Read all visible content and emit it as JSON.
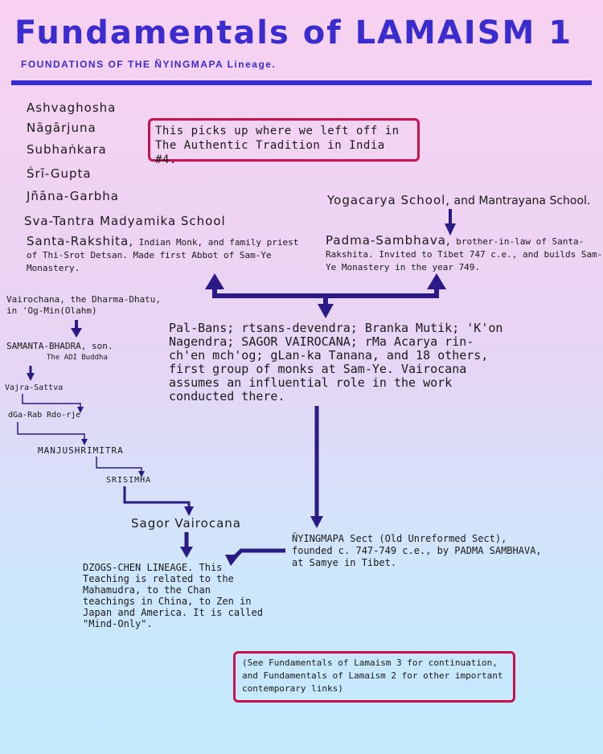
{
  "title": "Fundamentals of LAMAISM 1",
  "subtitle": "FOUNDATIONS OF THE ÑYINGMAPA Lineage.",
  "indian_lineage": [
    "Ashvaghosha",
    "Nāgārjuna",
    "Subhaṅkara",
    "Śrī-Gupta",
    "Jñāna-Garbha",
    "Sva-Tantra Madyamika School"
  ],
  "note_box": "This picks up where we left off in The Authentic Tradition in India #4.",
  "santa": {
    "name": "Santa-Rakshita,",
    "desc": " Indian Monk, and family priest of Thi-Srot Detsan. Made first Abbot of Sam-Ye Monastery."
  },
  "yogacarya": {
    "name": "Yogacarya School,",
    "rest": " and Mantrayana School."
  },
  "padma": {
    "name": "Padma-Sambhava,",
    "desc": " brother-in-law of Santa-Rakshita. Invited to Tibet 747 c.e., and builds Sam-Ye Monastery in the year 749."
  },
  "monks": "Pal-Bans; rtsans-devendra; Branka Mutik; 'K'on Nagendra; SAGOR VAIROCANA; rMa Acarya rin-ch'en mch'og; gLan-ka Tanana, and 18 others, first group of monks at Sam-Ye. Vairocana assumes an influential role in the work conducted there.",
  "dzogchen_lineage": {
    "vairochana": "Vairochana, the Dharma-Dhatu, in 'Og-Min(Olahm)",
    "samanta": "SAMANTA-BHADRA, son.",
    "adi": "The ADI Buddha",
    "vajra": "Vajra-Sattva",
    "dga": "dGa-Rab Rdo-rje",
    "manju": "MANJUSHRIMITRA",
    "srisimha": "SRISIMHA",
    "sagor": "Sagor Vairocana"
  },
  "dzogchen": "DZOGS-CHEN LINEAGE. This Teaching is related to the Mahamudra, to the Chan teachings in China, to Zen in Japan and America. It is called \"Mind-Only\".",
  "nyingmapa": "ÑYINGMAPA Sect (Old Unreformed Sect), founded c. 747-749 c.e., by PADMA SAMBHAVA, at Samye in Tibet.",
  "see_box": "(See Fundamentals of Lamaism 3 for continuation, and Fundamentals of Lamaism 2 for other important contemporary links)",
  "colors": {
    "accent": "#3a2ccf",
    "arrow": "#2a1a88",
    "box_border": "#c8124e"
  }
}
